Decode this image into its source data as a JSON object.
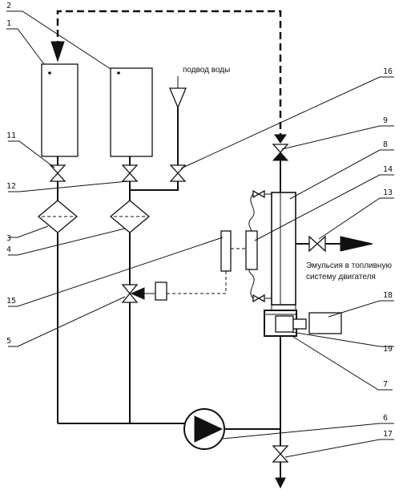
{
  "labels": {
    "n1": "1",
    "n2": "2",
    "n3": "3",
    "n4": "4",
    "n5": "5",
    "n6": "6",
    "n7": "7",
    "n8": "8",
    "n9": "9",
    "n11": "11",
    "n12": "12",
    "n13": "13",
    "n14": "14",
    "n15": "15",
    "n16": "16",
    "n17": "17",
    "n18": "18",
    "n19": "19"
  },
  "captions": {
    "water_inlet": "подвод воды",
    "emulsion_line1": "Эмульсия в топливную",
    "emulsion_line2": "систему двигателя"
  }
}
